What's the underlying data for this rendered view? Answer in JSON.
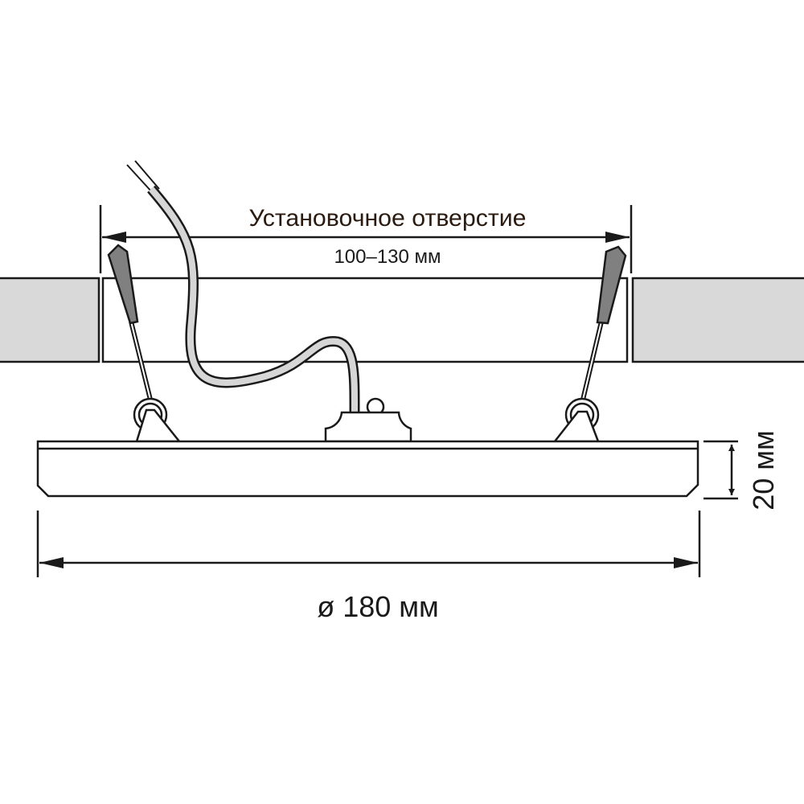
{
  "labels": {
    "hole_title": "Установочное отверстие",
    "hole_range": "100–130 мм",
    "height": "20 мм",
    "diameter": "ø 180 мм"
  },
  "colors": {
    "line": "#1a1a1a",
    "ceiling_fill": "#d9d9d9",
    "spring_lever": "#808080",
    "cable_fill": "#d6d6d6",
    "title_text": "#2a1a10"
  }
}
